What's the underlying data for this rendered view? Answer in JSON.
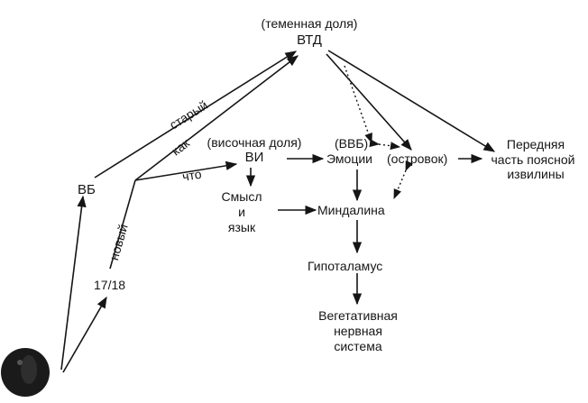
{
  "nodes": {
    "parietal_note": "(теменная доля)",
    "vtd": "ВТД",
    "temporal_note": "(височная доля)",
    "vi": "ВИ",
    "vvb": "(ВВБ)",
    "emotions": "Эмоции",
    "insula": "(островок)",
    "anterior_1": "Передняя",
    "anterior_2": "часть поясной",
    "anterior_3": "извилины",
    "vb": "ВБ",
    "meaning_1": "Смысл",
    "meaning_2": "и",
    "meaning_3": "язык",
    "amygdala": "Миндалина",
    "area_1718": "17/18",
    "hypothalamus": "Гипоталамус",
    "autonomic_1": "Вегетативная",
    "autonomic_2": "нервная",
    "autonomic_3": "система"
  },
  "path_labels": {
    "old": "старый",
    "how": "как",
    "what": "что",
    "new": "новый"
  },
  "colors": {
    "ink": "#151515",
    "background": "#ffffff"
  }
}
